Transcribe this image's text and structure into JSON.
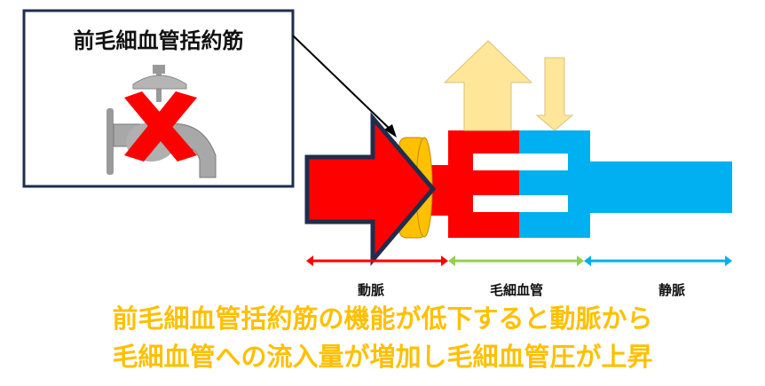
{
  "callout": {
    "title": "前毛細血管括約筋",
    "icon": "faucet-with-red-x-icon"
  },
  "segments": {
    "artery": "動脈",
    "capillary": "毛細血管",
    "vein": "静脈"
  },
  "caption": {
    "line1": "前毛細血管括約筋の機能が低下すると動脈から",
    "line2": "毛細血管への流入量が増加し毛細血管圧が上昇"
  },
  "colors": {
    "artery": "#ff0000",
    "vein": "#00b0f0",
    "capillary_range": "#92d050",
    "sphincter": "#ffc000",
    "filtration_arrow": "#ffe699",
    "caption": "#ffc000",
    "outline": "#1f2d4e"
  }
}
